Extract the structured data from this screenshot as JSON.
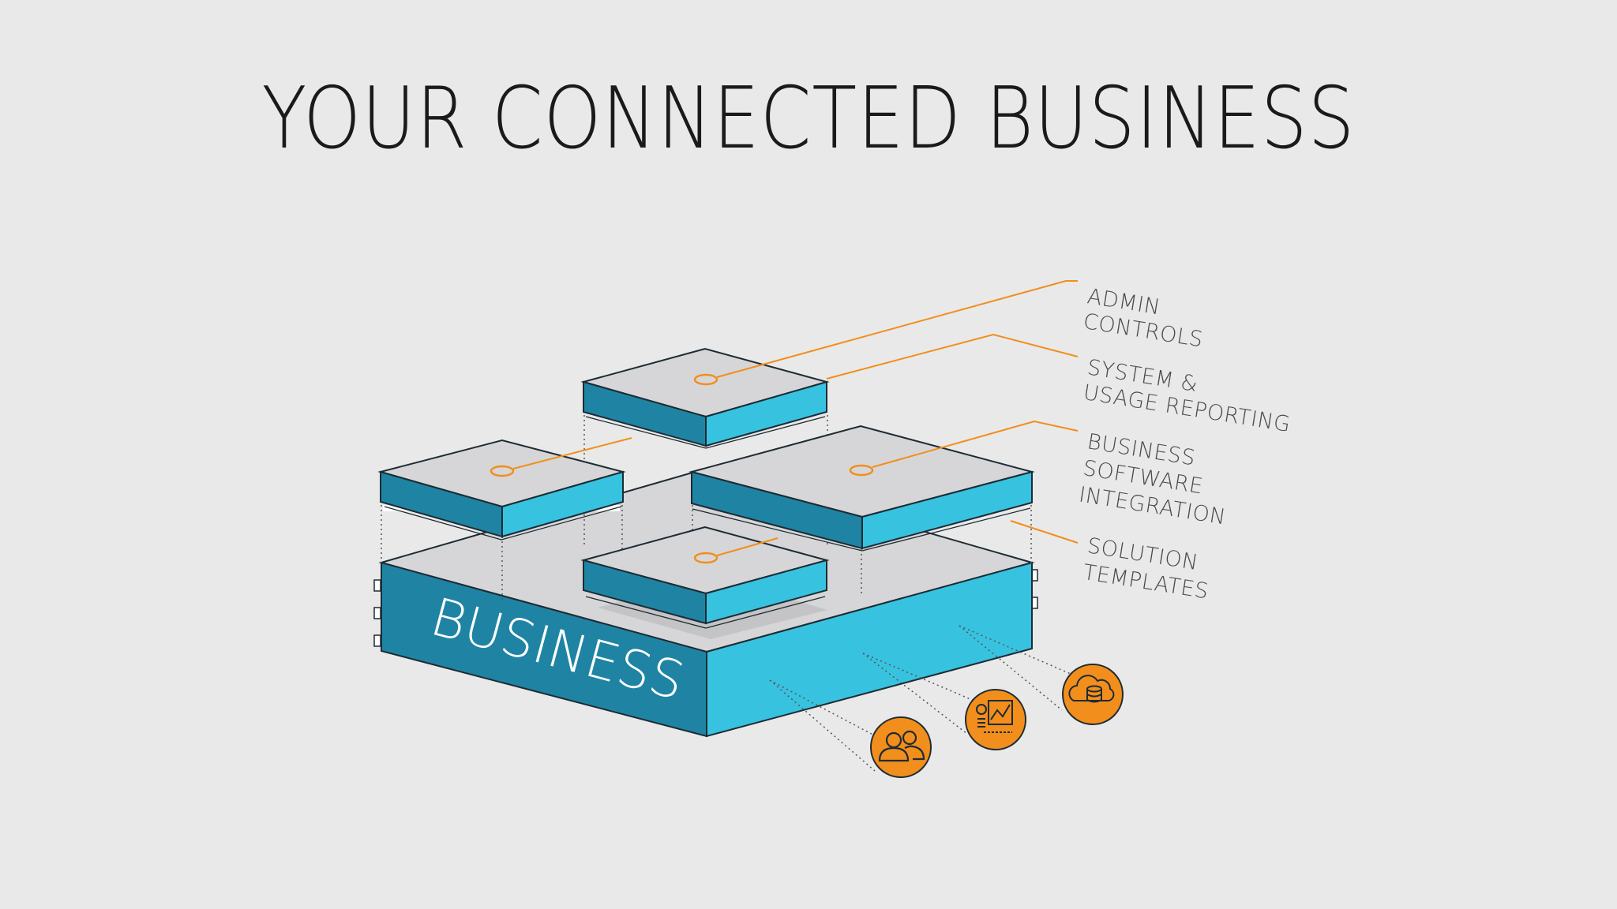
{
  "title": "YOUR CONNECTED BUSINESS",
  "platform": {
    "label": "BUSINESS"
  },
  "callouts": [
    {
      "id": "admin-controls",
      "lines": [
        "ADMIN",
        "CONTROLS"
      ]
    },
    {
      "id": "system-usage-reporting",
      "lines": [
        "SYSTEM &",
        "USAGE REPORTING"
      ]
    },
    {
      "id": "business-software-integration",
      "lines": [
        "BUSINESS",
        "SOFTWARE",
        "INTEGRATION"
      ]
    },
    {
      "id": "solution-templates",
      "lines": [
        "SOLUTION",
        "TEMPLATES"
      ]
    }
  ],
  "icons": [
    {
      "id": "users",
      "icon": "users-icon"
    },
    {
      "id": "analytics",
      "icon": "analytics-chart-icon"
    },
    {
      "id": "cloud-storage",
      "icon": "cloud-database-icon"
    }
  ],
  "colors": {
    "background": "#e9e9e9",
    "top_face": "#d6d6d8",
    "side_light": "#37c2e0",
    "side_dark": "#1f84a3",
    "outline": "#1d2b33",
    "accent_orange": "#f28e1c",
    "label_text": "#4a4a4a"
  }
}
